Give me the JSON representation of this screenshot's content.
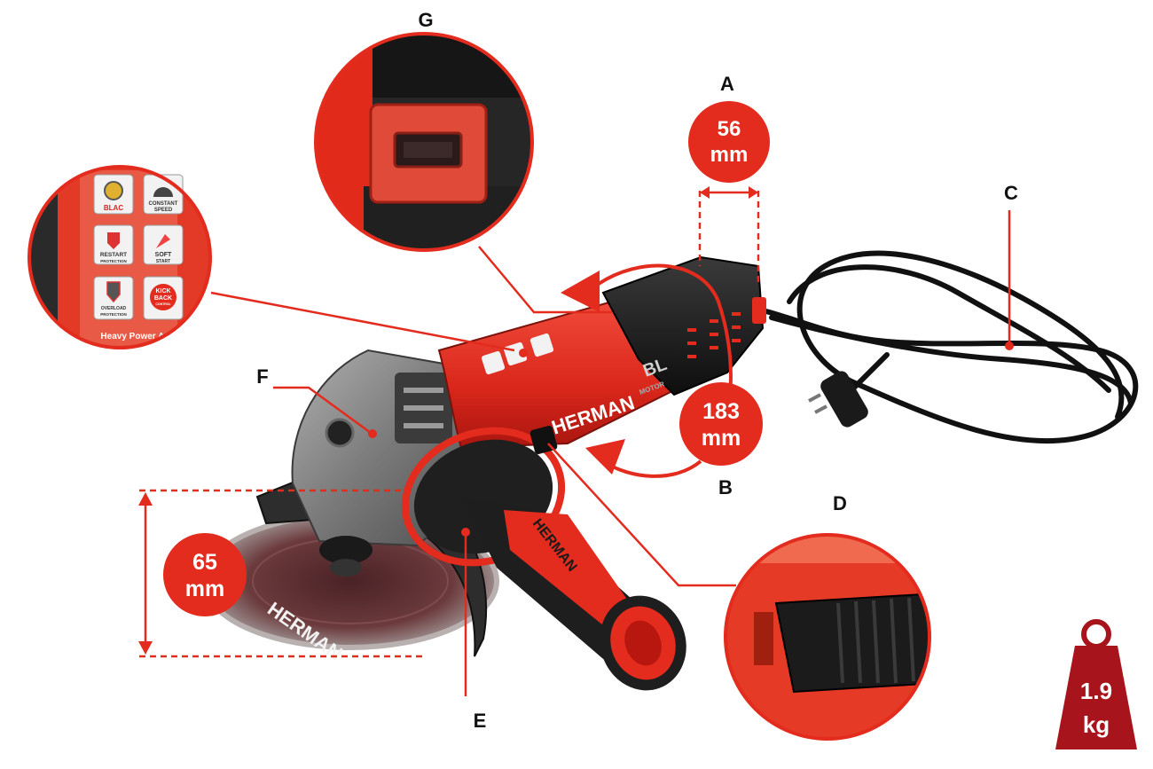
{
  "labels": {
    "a": "A",
    "b": "B",
    "c": "C",
    "d": "D",
    "e": "E",
    "f": "F",
    "g": "G"
  },
  "badges": {
    "width_value": "56",
    "width_unit": "mm",
    "circumference_value": "183",
    "circumference_unit": "mm",
    "height_value": "65",
    "height_unit": "mm"
  },
  "weight": {
    "value": "1.9",
    "unit": "kg"
  },
  "features_panel": {
    "items": [
      {
        "label": "BLAC",
        "icon": "motor-icon"
      },
      {
        "label": "CONSTANT SPEED",
        "line1": "CONSTANT",
        "line2": "SPEED",
        "icon": "speedometer-icon"
      },
      {
        "label": "RESTART PROTECTION",
        "line1": "RESTART",
        "line2": "PROTECTION",
        "icon": "shield-icon"
      },
      {
        "label": "SOFT START",
        "line1": "SOFT",
        "line2": "START",
        "icon": "soft-start-icon"
      },
      {
        "label": "OVERLOAD PROTECTION",
        "line1": "OVERLOAD",
        "line2": "PROTECTION",
        "icon": "overload-icon"
      },
      {
        "label": "KICK BACK CONTROL",
        "line1": "KICK",
        "line2": "BACK",
        "line3": "CONTROL",
        "icon": "kickback-icon"
      }
    ],
    "footer": "Heavy Power AC"
  },
  "tool_markings": {
    "brand": "HERMAN",
    "grip_brand": "HERMAN",
    "motor_mark": "BL",
    "motor_sub": "MOTOR",
    "disc_brand": "HERMAN"
  },
  "colors": {
    "brand_red": "#e32b1e",
    "dark_red": "#a7141c",
    "body_black": "#1c1c1c",
    "metal_grey": "#8a8a8a"
  }
}
